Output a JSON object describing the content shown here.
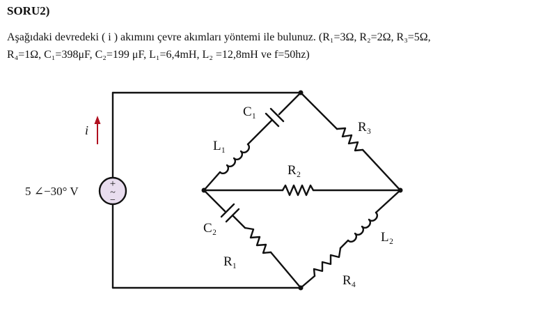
{
  "heading": "SORU2)",
  "question": {
    "line1": "Aşağıdaki devredeki ( i ) akımını çevre akımları yöntemi ile bulunuz. (R₁=3Ω, R₂=2Ω, R₃=5Ω,",
    "line2": "R₄=1Ω, C₁=398μF, C₂=199 μF, L₁=6,4mH, L₂ =12,8mH ve f=50hz)"
  },
  "circuit": {
    "current_label": "i",
    "source_label": "5 ∠−30° V",
    "source_plus": "+",
    "source_tilde": "~",
    "source_minus": "−",
    "labels": {
      "C1": "C₁",
      "L1": "L₁",
      "R3": "R₃",
      "R2": "R₂",
      "C2": "C₂",
      "R1": "R₁",
      "L2": "L₂",
      "R4": "R₄"
    }
  }
}
